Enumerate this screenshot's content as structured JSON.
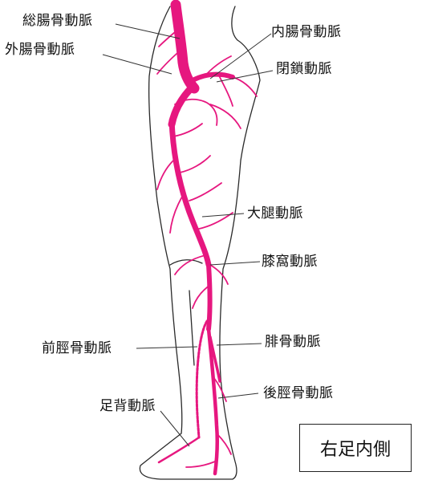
{
  "colors": {
    "artery": "#e6177f",
    "outline": "#2a2a2a",
    "leader": "#333333"
  },
  "labels": {
    "common_iliac": "総腸骨動脈",
    "external_iliac": "外腸骨動脈",
    "internal_iliac": "内腸骨動脈",
    "obturator": "閉鎖動脈",
    "femoral": "大腿動脈",
    "popliteal": "膝窩動脈",
    "anterior_tibial": "前脛骨動脈",
    "fibular": "腓骨動脈",
    "posterior_tibial": "後脛骨動脈",
    "dorsalis_pedis": "足背動脈"
  },
  "caption": "右足内側"
}
